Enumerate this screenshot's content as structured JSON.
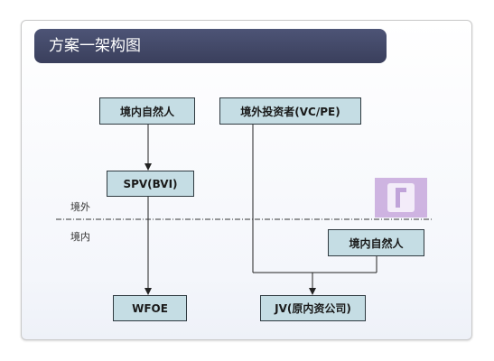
{
  "title": "方案一架构图",
  "nodes": {
    "domestic_person_top": "境内自然人",
    "foreign_investor": "境外投资者(VC/PE)",
    "spv": "SPV(BVI)",
    "domestic_person_right": "境内自然人",
    "wfoe": "WFOE",
    "jv": "JV(原内资公司)"
  },
  "labels": {
    "offshore": "境外",
    "onshore": "境内"
  },
  "colors": {
    "title_bar": "#41465f",
    "node_fill": "#c5dde4",
    "node_border": "#2f3a40"
  }
}
